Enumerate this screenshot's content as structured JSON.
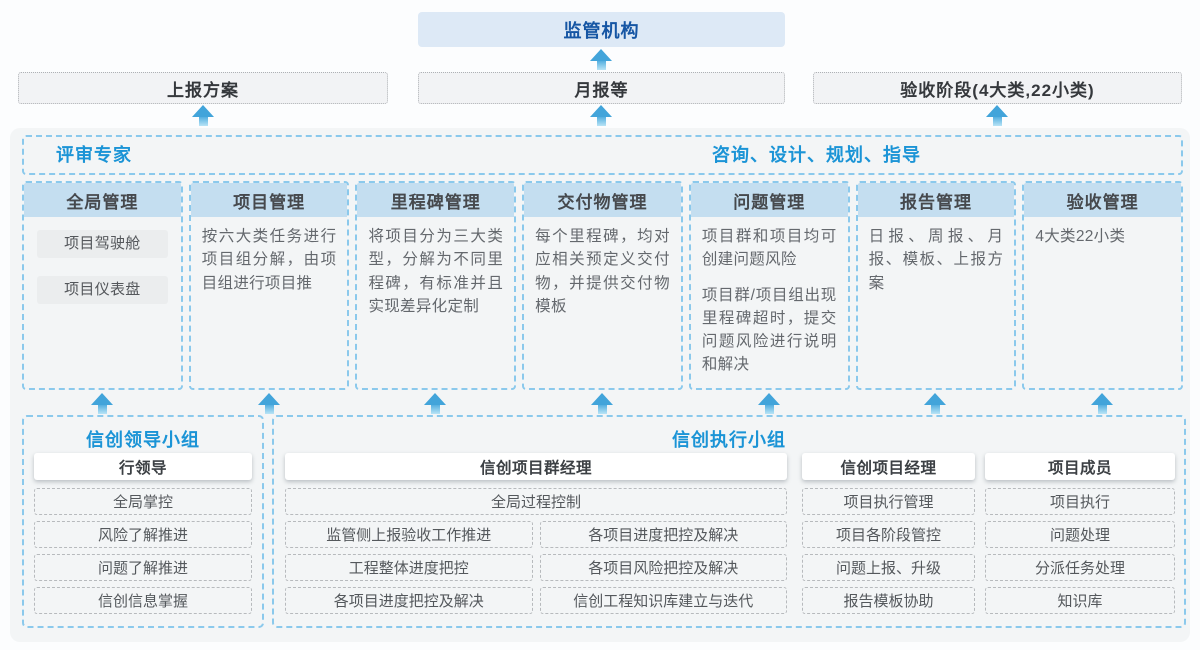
{
  "colors": {
    "accent_blue": "#1b94d6",
    "regulator_text": "#1656a4",
    "regulator_bg": "#dde9f6",
    "column_header_bg": "#c4def0",
    "dashed_blue_border": "#8bc9ec",
    "arrow_blue": "#42a4da",
    "container_bg": "#f3f5f6"
  },
  "top": {
    "regulator": "监管机构",
    "report_boxes": [
      "上报方案",
      "月报等",
      "验收阶段(4大类,22小类)"
    ]
  },
  "platform": {
    "left_label": "评审专家",
    "right_label": "咨询、设计、规划、指导",
    "columns": [
      {
        "title": "全局管理",
        "pills": [
          "项目驾驶舱",
          "项目仪表盘"
        ]
      },
      {
        "title": "项目管理",
        "paragraphs": [
          "按六大类任务进行项目组分解，由项目组进行项目推"
        ]
      },
      {
        "title": "里程碑管理",
        "paragraphs": [
          "将项目分为三大类型，分解为不同里程碑，有标准并且实现差异化定制"
        ]
      },
      {
        "title": "交付物管理",
        "paragraphs": [
          "每个里程碑，均对应相关预定义交付物，并提供交付物模板"
        ]
      },
      {
        "title": "问题管理",
        "paragraphs": [
          "项目群和项目均可创建问题风险",
          "项目群/项目组出现里程碑超时，提交问题风险进行说明和解决"
        ]
      },
      {
        "title": "报告管理",
        "paragraphs": [
          "日报、周报、月报、模板、上报方案"
        ]
      },
      {
        "title": "验收管理",
        "paragraphs": [
          "4大类22小类"
        ]
      }
    ]
  },
  "groups": {
    "leader": {
      "title": "信创领导小组",
      "role": "行领导",
      "items": [
        "全局掌控",
        "风险了解推进",
        "问题了解推进",
        "信创信息掌握"
      ]
    },
    "executor": {
      "title": "信创执行小组",
      "program_manager": {
        "role": "信创项目群经理",
        "full_item": "全局过程控制",
        "left_items": [
          "监管侧上报验收工作推进",
          "工程整体进度把控",
          "各项目进度把控及解决"
        ],
        "right_items": [
          "各项目进度把控及解决",
          "各项目风险把控及解决",
          "信创工程知识库建立与迭代"
        ]
      },
      "project_manager": {
        "role": "信创项目经理",
        "items": [
          "项目执行管理",
          "项目各阶段管控",
          "问题上报、升级",
          "报告模板协助"
        ]
      },
      "member": {
        "role": "项目成员",
        "items": [
          "项目执行",
          "问题处理",
          "分派任务处理",
          "知识库"
        ]
      }
    }
  }
}
